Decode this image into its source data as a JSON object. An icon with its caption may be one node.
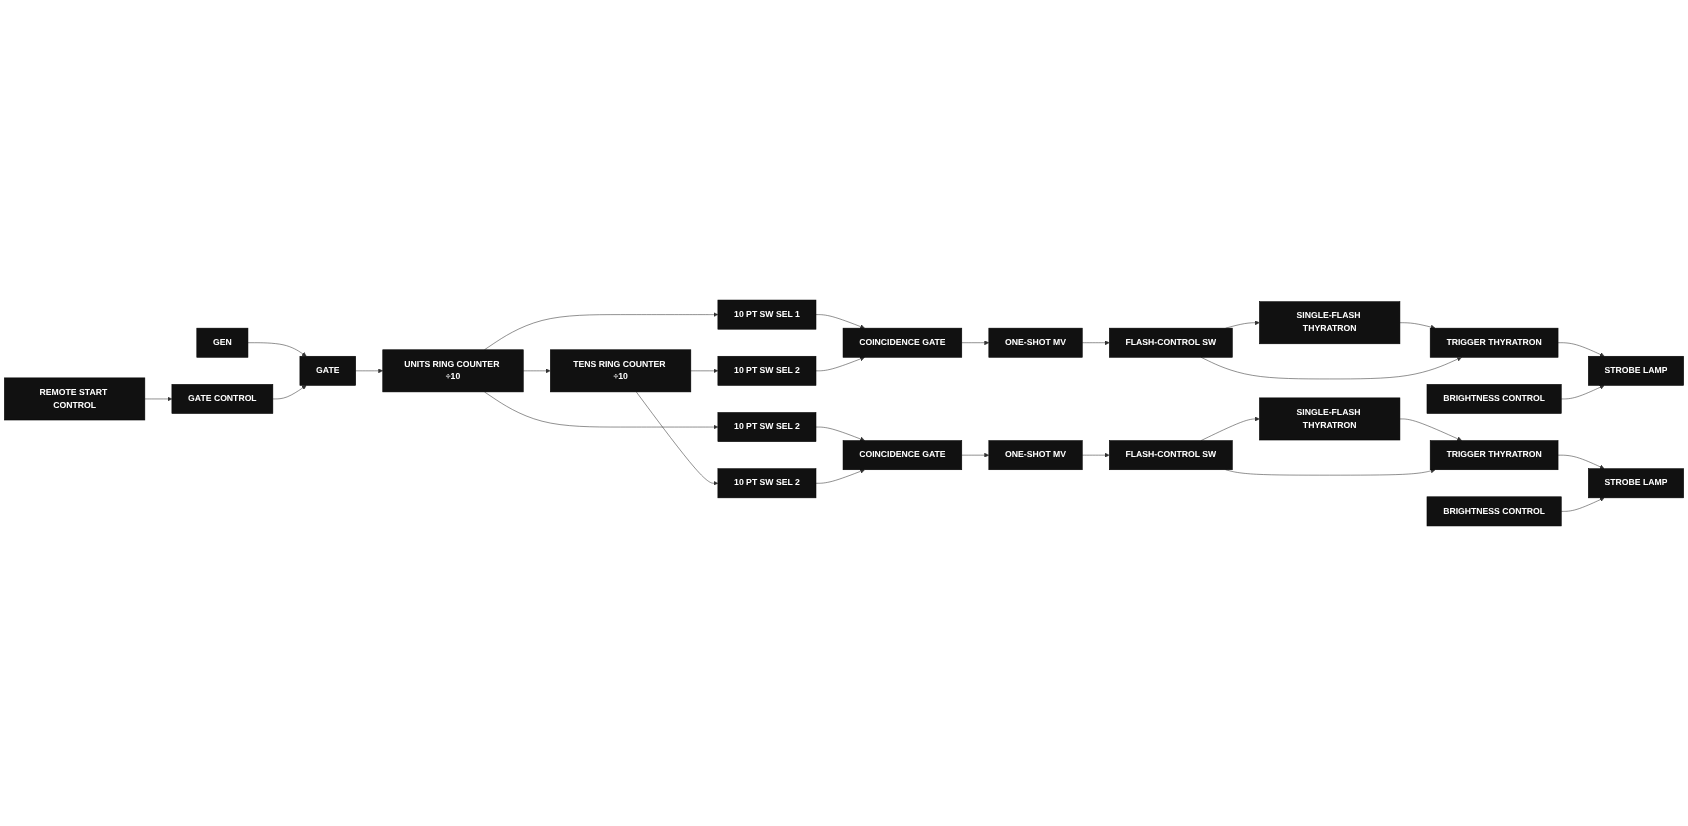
{
  "diagram": {
    "nodes": [
      {
        "text": [
          "COINCIDENCE GATE"
        ]
      },
      {
        "text": [
          "ONE-SHOT MV"
        ]
      },
      {
        "text": [
          "FLASH-CONTROL SW"
        ]
      },
      {
        "text": [
          "SINGLE-FLASH THYRATRON"
        ]
      },
      {
        "text": [
          "TRIGGER THYRATRON"
        ]
      },
      {
        "text": [
          "10 PT SW SEL 1"
        ]
      },
      {
        "text": [
          "10 PT SW SEL 2"
        ]
      },
      {
        "text": [
          "BRIGHTNESS CONTROL"
        ]
      },
      {
        "text": [
          "STROBE LAMP"
        ]
      },
      {
        "text": [
          "GEN"
        ]
      },
      {
        "text": [
          "GATE"
        ]
      },
      {
        "text": [
          "UNITS RING COUNTER ÷10"
        ]
      },
      {
        "text": [
          "TENS RING COUNTER ÷10"
        ]
      },
      {
        "text": [
          "10 PT SW SEL 2"
        ]
      },
      {
        "text": [
          "10 PT SW SEL 2"
        ]
      },
      {
        "text": [
          "BRIGHTNESS CONTROL"
        ]
      },
      {
        "text": [
          "STROBE LAMP"
        ]
      },
      {
        "text": [
          "GATE CONTROL"
        ]
      },
      {
        "text": [
          "REMOTE START CONTROL"
        ]
      },
      {
        "text": [
          "COINCIDENCE GATE"
        ]
      },
      {
        "text": [
          "ONE-SHOT MV"
        ]
      },
      {
        "text": [
          "FLASH-CONTROL SW"
        ]
      },
      {
        "text": [
          "SINGLE-FLASH THYRATRON"
        ]
      },
      {
        "text": [
          "TRIGGER THYRATRON"
        ]
      }
    ],
    "edges": [
      {
        "from": 9,
        "to": 10,
        "arrow": "to"
      },
      {
        "from": 18,
        "to": 17,
        "arrow": "to"
      },
      {
        "from": 17,
        "to": 10,
        "arrow": "to"
      },
      {
        "from": 10,
        "to": 11,
        "arrow": "to"
      },
      {
        "from": 11,
        "to": 12,
        "arrow": "to"
      },
      {
        "from": 11,
        "to": 5,
        "arrow": "to"
      },
      {
        "from": 12,
        "to": 6,
        "arrow": "to"
      },
      {
        "from": 11,
        "to": 13,
        "arrow": "to"
      },
      {
        "from": 12,
        "to": 14,
        "arrow": "to"
      },
      {
        "from": 5,
        "to": 0,
        "arrow": "to"
      },
      {
        "from": 6,
        "to": 0,
        "arrow": "to"
      },
      {
        "from": 13,
        "to": 19,
        "arrow": "to"
      },
      {
        "from": 14,
        "to": 19,
        "arrow": "to"
      },
      {
        "from": 0,
        "to": 1,
        "arrow": "to"
      },
      {
        "from": 1,
        "to": 2,
        "arrow": "to"
      },
      {
        "from": 2,
        "to": 3,
        "arrow": "to"
      },
      {
        "from": 3,
        "to": 4,
        "arrow": "to"
      },
      {
        "from": 2,
        "to": 4,
        "arrow": "to"
      },
      {
        "from": 4,
        "to": 8,
        "arrow": "to"
      },
      {
        "from": 7,
        "to": 8,
        "arrow": "to"
      },
      {
        "from": 19,
        "to": 20,
        "arrow": "to"
      },
      {
        "from": 20,
        "to": 21,
        "arrow": "to"
      },
      {
        "from": 21,
        "to": 22,
        "arrow": "to"
      },
      {
        "from": 22,
        "to": 23,
        "arrow": "to"
      },
      {
        "from": 21,
        "to": 23,
        "arrow": "to"
      },
      {
        "from": 23,
        "to": 16,
        "arrow": "to"
      },
      {
        "from": 15,
        "to": 16,
        "arrow": "to"
      }
    ]
  }
}
